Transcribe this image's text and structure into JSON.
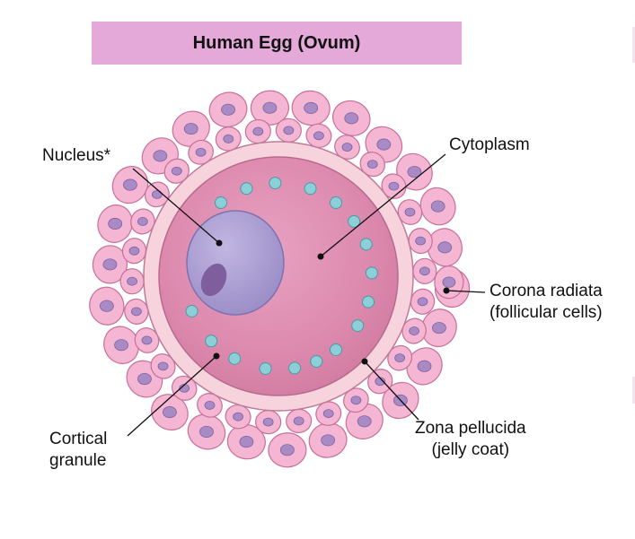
{
  "title": "Human Egg (Ovum)",
  "labels": {
    "nucleus": "Nucleus*",
    "cytoplasm": "Cytoplasm",
    "corona_line1": "Corona radiata",
    "corona_line2": "(follicular cells)",
    "cortical_line1": "Cortical",
    "cortical_line2": "granule",
    "zona_line1": "Zona pellucida",
    "zona_line2": "(jelly coat)"
  },
  "colors": {
    "title_background": "#e4a9d8",
    "follicular_cell": "#f4b6d2",
    "follicular_nucleus": "#a98ac4",
    "zona_pellucida": "#f7d3dd",
    "cytoplasm": "#dd8aae",
    "nucleus": "#a699cf",
    "nucleolus": "#7e5e9c",
    "cortical_granule": "#8ccfd6"
  }
}
